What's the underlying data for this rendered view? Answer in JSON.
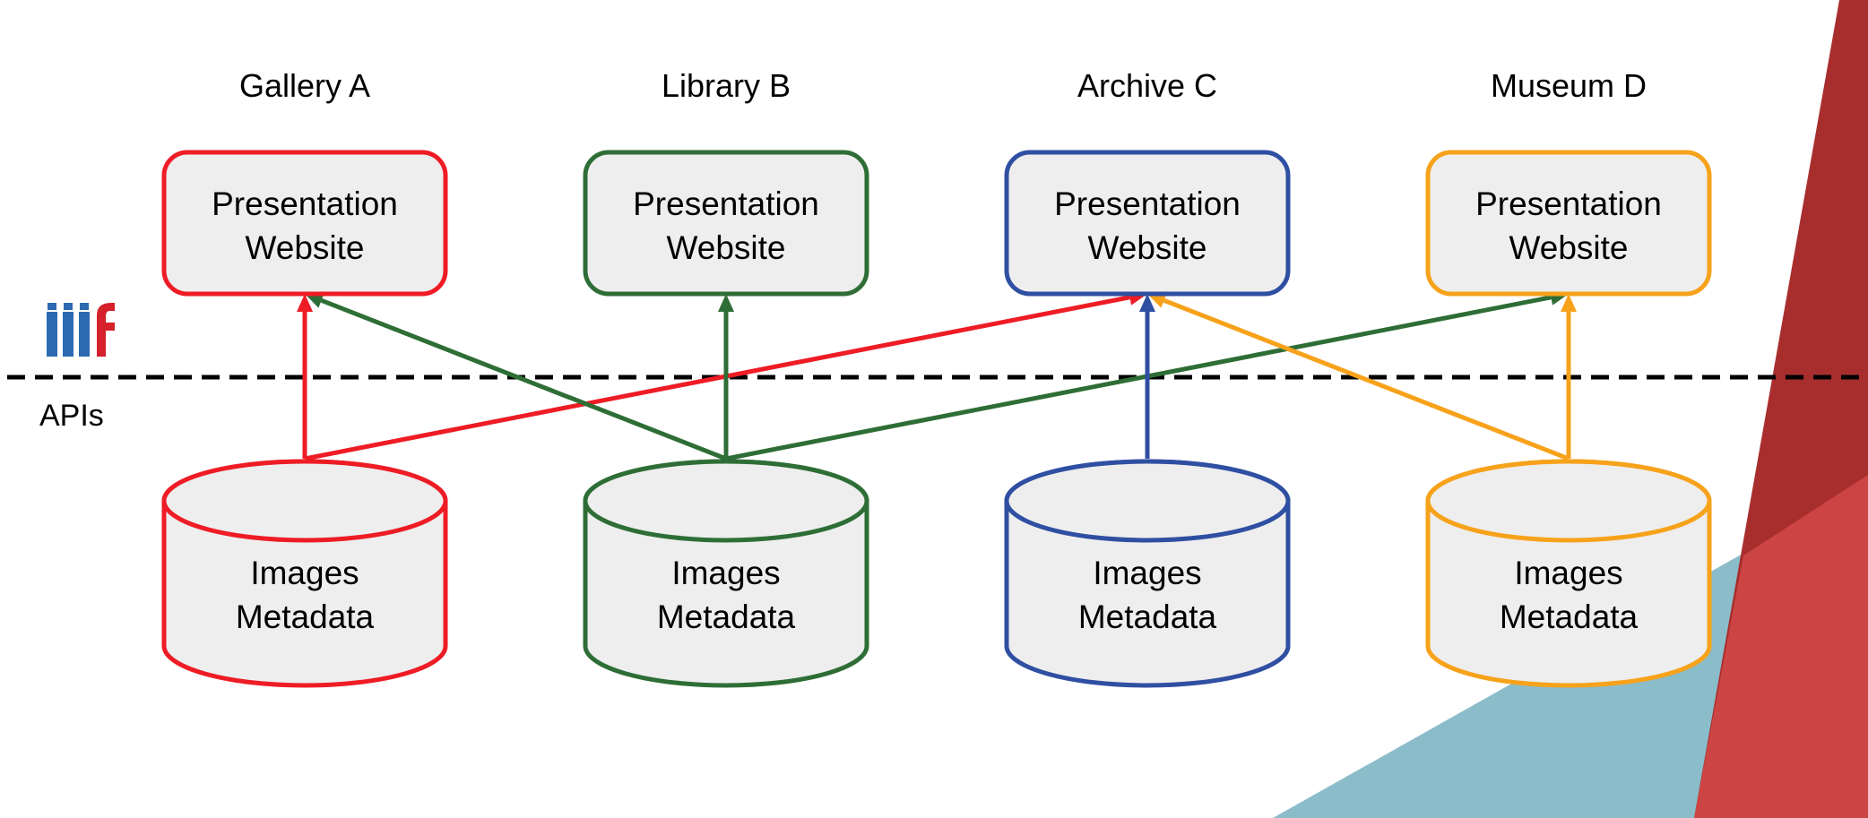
{
  "institutions": [
    {
      "name": "Gallery A",
      "color": "#ee1c25",
      "website_lines": [
        "Presentation",
        "Website"
      ],
      "store_lines": [
        "Images",
        "Metadata"
      ]
    },
    {
      "name": "Library B",
      "color": "#2e6e36",
      "website_lines": [
        "Presentation",
        "Website"
      ],
      "store_lines": [
        "Images",
        "Metadata"
      ]
    },
    {
      "name": "Archive C",
      "color": "#2f4fa2",
      "website_lines": [
        "Presentation",
        "Website"
      ],
      "store_lines": [
        "Images",
        "Metadata"
      ]
    },
    {
      "name": "Museum D",
      "color": "#f7a21b",
      "website_lines": [
        "Presentation",
        "Website"
      ],
      "store_lines": [
        "Images",
        "Metadata"
      ]
    }
  ],
  "api_label": "APIs",
  "logo": {
    "name": "iiif-logo",
    "text": "iiif",
    "colors": [
      "#2d6ab2",
      "#d4212c"
    ]
  },
  "connections": [
    {
      "from": "Gallery A",
      "to": "Gallery A",
      "color": "#ee1c25"
    },
    {
      "from": "Gallery A",
      "to": "Archive C",
      "color": "#ee1c25"
    },
    {
      "from": "Library B",
      "to": "Gallery A",
      "color": "#2e6e36"
    },
    {
      "from": "Library B",
      "to": "Library B",
      "color": "#2e6e36"
    },
    {
      "from": "Library B",
      "to": "Museum D",
      "color": "#2e6e36"
    },
    {
      "from": "Archive C",
      "to": "Archive C",
      "color": "#2f4fa2"
    },
    {
      "from": "Museum D",
      "to": "Archive C",
      "color": "#f7a21b"
    },
    {
      "from": "Museum D",
      "to": "Museum D",
      "color": "#f7a21b"
    }
  ],
  "colors": {
    "box_fill": "#eeeeee",
    "divider": "#000000",
    "bg_dark_red": "#a82e2e",
    "bg_red": "#cc4444",
    "bg_blue": "#8bbcc9",
    "text": "#000000"
  }
}
